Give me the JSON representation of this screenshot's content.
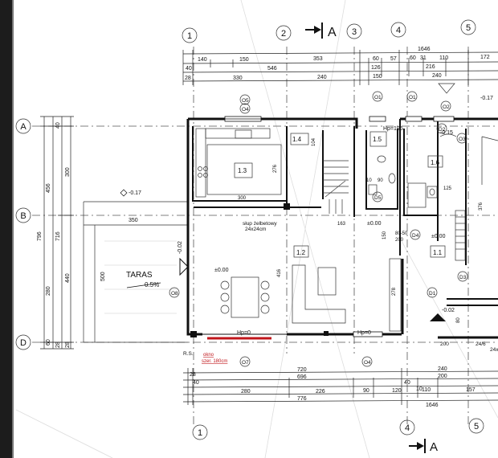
{
  "axes_top": {
    "a1": "1",
    "a2": "2",
    "a3": "3",
    "a4": "4",
    "a5": "5"
  },
  "axes_bottom": {
    "a1": "1",
    "a4": "4",
    "a5": "5"
  },
  "axes_side": {
    "A": "A",
    "B": "B",
    "D": "D"
  },
  "section": {
    "top": "A",
    "bottom": "A"
  },
  "dims_top": {
    "overall": "1646",
    "r2": [
      "140",
      "150",
      "353",
      "60",
      "57",
      "60",
      "31",
      "110",
      "172"
    ],
    "r3": [
      "40",
      "546",
      "126",
      "216"
    ],
    "r4": [
      "28",
      "330",
      "240",
      "150",
      "240"
    ]
  },
  "dims_bottom": {
    "r1": "720",
    "r2": "696",
    "r3": "240",
    "r4": "200",
    "r5": [
      "280",
      "226",
      "90",
      "120",
      "110",
      "157"
    ],
    "r6": "776",
    "r7": "1646",
    "small": [
      "28",
      "40",
      "40",
      "10"
    ]
  },
  "dims_left": [
    "456",
    "300",
    "40",
    "796",
    "716",
    "280",
    "440",
    "60",
    "28",
    "28"
  ],
  "rooms": {
    "r13": "1.3",
    "r14": "1.4",
    "r15": "1.5",
    "r16": "1.6",
    "r12": "1.2",
    "r11": "1.1"
  },
  "windows": {
    "o5": "O5",
    "o4": "O4",
    "o1": "O1",
    "o2": "O2",
    "o3": "O3",
    "o8": "O8",
    "o7": "O7",
    "o4b": "O4",
    "d1": "D1",
    "d2": "D2",
    "d3": "D3",
    "d4": "D4",
    "d5": "D5"
  },
  "labels": {
    "taras": "TARAS",
    "slope": "0.5%",
    "column": "słup żelbetowy",
    "column_size": "24x24cm",
    "window_note": "okno",
    "window_width": "szer. 180cm",
    "rs": "R.S."
  },
  "levels": {
    "m017": "-0.17",
    "zero": "±0.00",
    "m002": "-0.02",
    "m015": "-0.15",
    "hp0": "Hp=0",
    "hp195": "Hp=195"
  },
  "misc": {
    "d300": "300",
    "d276": "276",
    "d350": "350",
    "d500": "500",
    "d416": "416",
    "d278": "278",
    "d104": "104",
    "d163": "163",
    "d125": "125",
    "d376": "376",
    "d80": "80",
    "d150": "150",
    "d90": "90",
    "d10": "10",
    "d200": "200",
    "d8050": "80-50",
    "d2468": "24/6",
    "d24x": "24x"
  }
}
